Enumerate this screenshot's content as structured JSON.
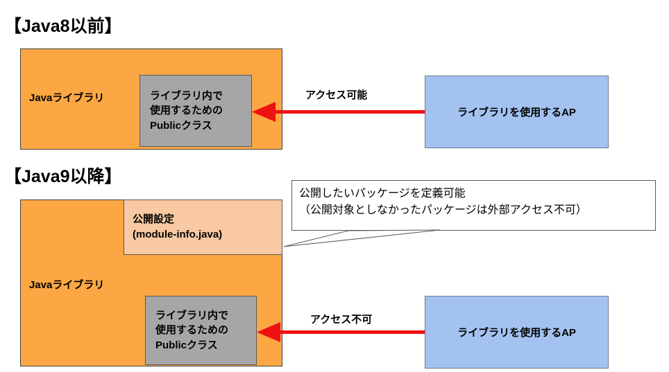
{
  "diagram": {
    "title_top": "【Java8以前】",
    "title_bottom": "【Java9以降】"
  },
  "colors": {
    "library_orange": "#FCA743",
    "public_gray": "#A6A6A6",
    "module_peach": "#F8C9A2",
    "ap_blue": "#A3C2F0",
    "arrow_red": "#EE1111",
    "outline_dark": "#404040"
  },
  "section_before": {
    "heading": "【Java8以前】",
    "library_label": "Javaライブラリ",
    "public_class_lines": [
      "ライブラリ内で",
      "使用するための",
      "Publicクラス"
    ],
    "arrow_label": "アクセス可能",
    "ap_label": "ライブラリを使用するAP"
  },
  "section_after": {
    "heading": "【Java9以降】",
    "library_label": "Javaライブラリ",
    "module_lines": [
      "公開設定",
      "(module-info.java)"
    ],
    "public_class_lines": [
      "ライブラリ内で",
      "使用するための",
      "Publicクラス"
    ],
    "arrow_label": "アクセス不可",
    "ap_label": "ライブラリを使用するAP"
  },
  "callout": {
    "lines": [
      "公開したいパッケージを定義可能",
      "（公開対象としなかったパッケージは外部アクセス不可）"
    ]
  }
}
